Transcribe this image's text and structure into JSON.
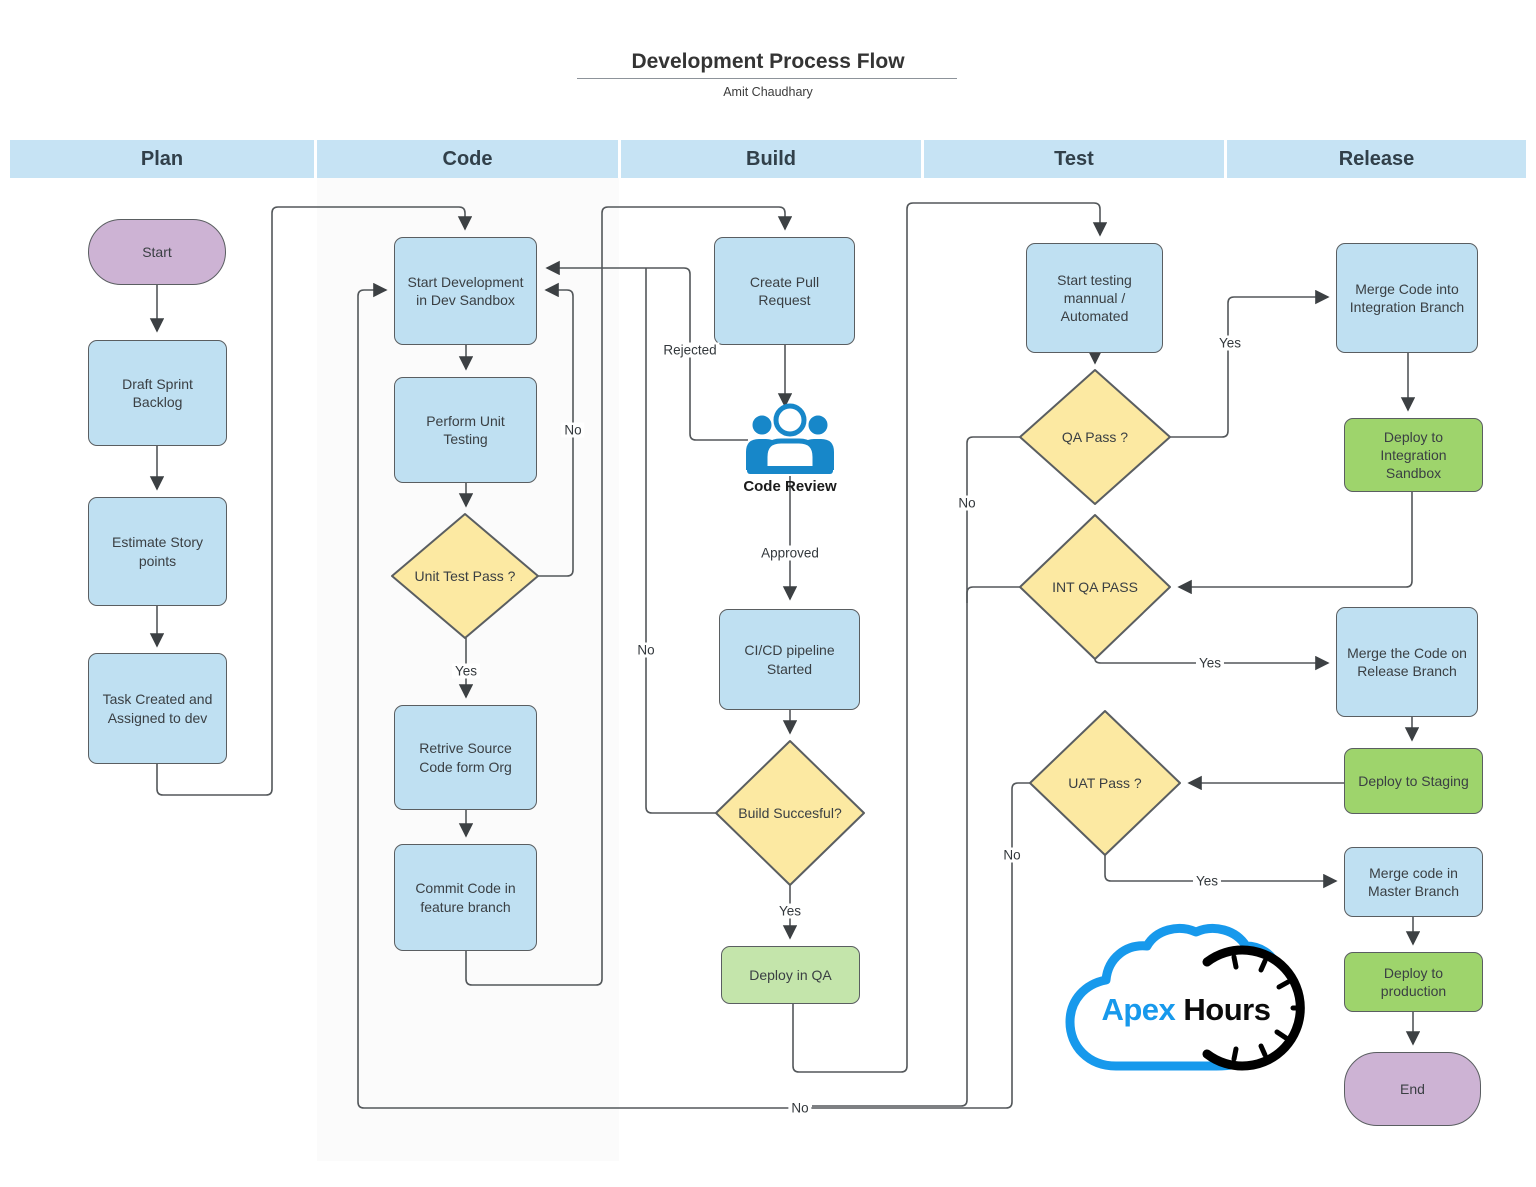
{
  "title": "Development Process Flow",
  "subtitle": "Amit Chaudhary",
  "lanes": [
    {
      "label": "Plan"
    },
    {
      "label": "Code"
    },
    {
      "label": "Build"
    },
    {
      "label": "Test"
    },
    {
      "label": "Release"
    }
  ],
  "nodes": {
    "start": {
      "label": "Start",
      "type": "terminator"
    },
    "draft_sprint_backlog": {
      "label": "Draft Sprint Backlog",
      "type": "process"
    },
    "estimate_story_points": {
      "label": "Estimate Story points",
      "type": "process"
    },
    "task_created": {
      "label": "Task Created and Assigned to dev",
      "type": "process"
    },
    "start_development": {
      "label": "Start Development in Dev Sandbox",
      "type": "process"
    },
    "perform_unit_testing": {
      "label": "Perform Unit Testing",
      "type": "process"
    },
    "unit_test_pass": {
      "label": "Unit Test Pass ?",
      "type": "decision"
    },
    "retrieve_source": {
      "label": "Retrive Source Code form Org",
      "type": "process"
    },
    "commit_code": {
      "label": "Commit Code in feature branch",
      "type": "process"
    },
    "create_pull_request": {
      "label": "Create Pull Request",
      "type": "process"
    },
    "code_review": {
      "label": "Code Review",
      "type": "icon-step"
    },
    "cicd_pipeline": {
      "label": "CI/CD pipeline Started",
      "type": "process"
    },
    "build_successful": {
      "label": "Build Succesful?",
      "type": "decision"
    },
    "deploy_in_qa": {
      "label": "Deploy in QA",
      "type": "deploy"
    },
    "start_testing": {
      "label": "Start testing mannual / Automated",
      "type": "process"
    },
    "qa_pass": {
      "label": "QA Pass ?",
      "type": "decision"
    },
    "int_qa_pass": {
      "label": "INT QA PASS",
      "type": "decision"
    },
    "uat_pass": {
      "label": "UAT Pass ?",
      "type": "decision"
    },
    "merge_integration": {
      "label": "Merge Code into Integration Branch",
      "type": "process"
    },
    "deploy_integration": {
      "label": "Deploy to Integration Sandbox",
      "type": "deploy"
    },
    "merge_release": {
      "label": "Merge the Code on Release Branch",
      "type": "process"
    },
    "deploy_staging": {
      "label": "Deploy to Staging",
      "type": "deploy"
    },
    "merge_master": {
      "label": "Merge code in Master Branch",
      "type": "process"
    },
    "deploy_production": {
      "label": "Deploy to production",
      "type": "deploy"
    },
    "end": {
      "label": "End",
      "type": "terminator"
    }
  },
  "edge_labels": {
    "yes": "Yes",
    "no": "No",
    "rejected": "Rejected",
    "approved": "Approved"
  },
  "logo": {
    "apex": "Apex",
    "hours": "Hours"
  },
  "colors": {
    "lane_header": "#c6e3f4",
    "process_fill": "#bfe0f2",
    "decision_fill": "#fce9a2",
    "deploy_pale_fill": "#c4e5ab",
    "deploy_green_fill": "#9ed46c",
    "terminator_fill": "#cdb3d4",
    "edge": "#53575a",
    "logo_blue": "#1799ec",
    "people_icon_blue": "#1787c9"
  }
}
